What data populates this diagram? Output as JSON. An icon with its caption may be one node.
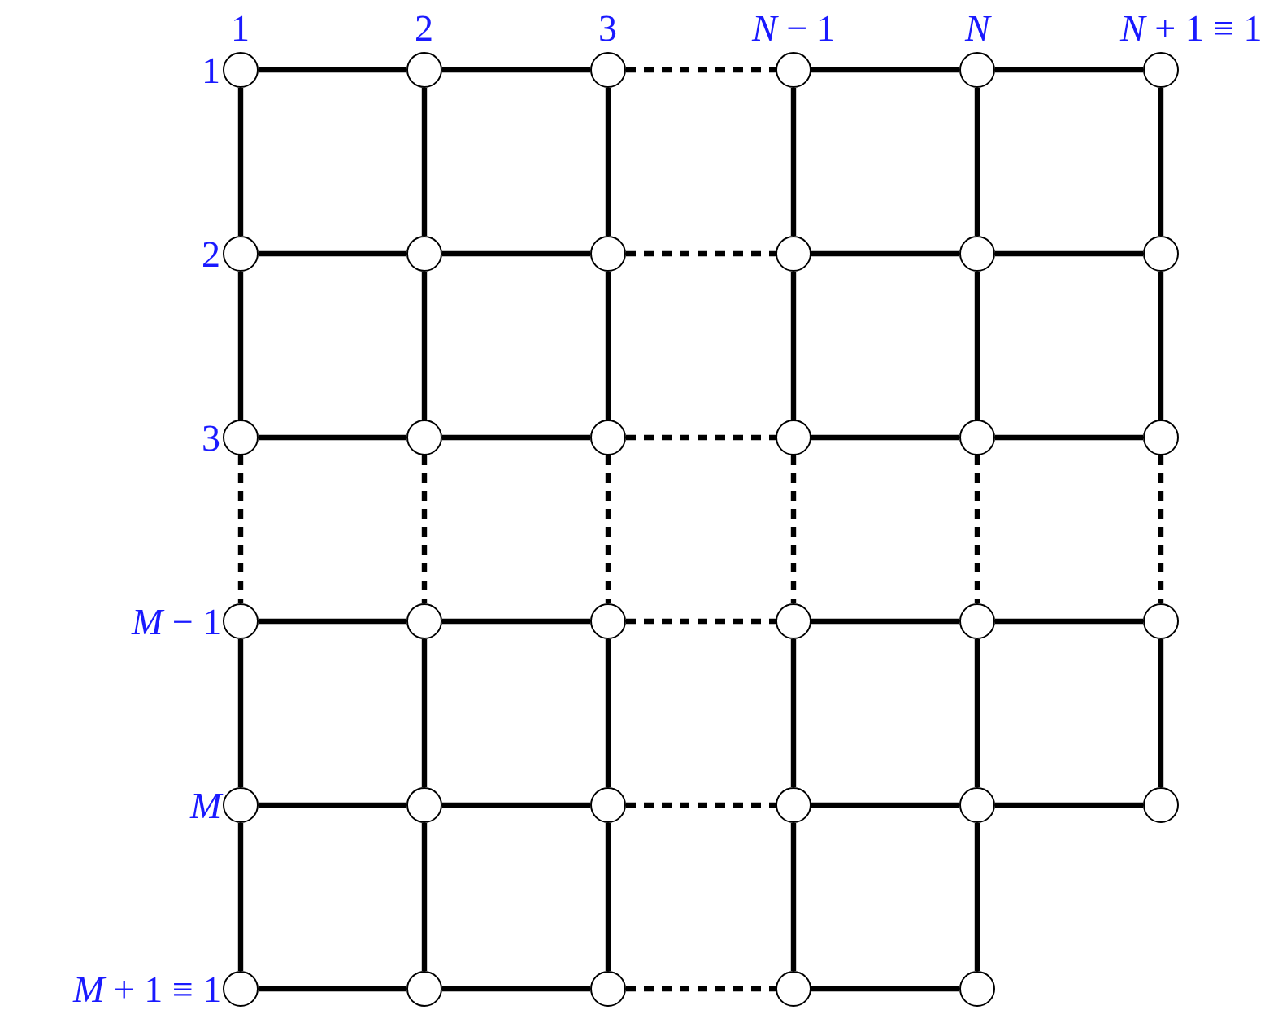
{
  "diagram": {
    "nodes": [
      {
        "text": [],
        "shape": "circle"
      },
      {
        "text": [],
        "shape": "circle"
      },
      {
        "text": [],
        "shape": "circle"
      },
      {
        "text": [],
        "shape": "circle"
      },
      {
        "text": [],
        "shape": "circle"
      },
      {
        "text": [],
        "shape": "circle"
      },
      {
        "text": [],
        "shape": "circle"
      },
      {
        "text": [],
        "shape": "circle"
      },
      {
        "text": [],
        "shape": "circle"
      },
      {
        "text": [],
        "shape": "circle"
      },
      {
        "text": [],
        "shape": "circle"
      },
      {
        "text": [],
        "shape": "circle"
      },
      {
        "text": [],
        "shape": "circle"
      },
      {
        "text": [],
        "shape": "circle"
      },
      {
        "text": [],
        "shape": "circle"
      },
      {
        "text": [],
        "shape": "circle"
      },
      {
        "text": [],
        "shape": "circle"
      },
      {
        "text": [],
        "shape": "circle"
      },
      {
        "text": [],
        "shape": "circle"
      },
      {
        "text": [],
        "shape": "circle"
      },
      {
        "text": [],
        "shape": "circle"
      },
      {
        "text": [],
        "shape": "circle"
      },
      {
        "text": [],
        "shape": "circle"
      },
      {
        "text": [],
        "shape": "circle"
      },
      {
        "text": [],
        "shape": "circle"
      },
      {
        "text": [],
        "shape": "circle"
      },
      {
        "text": [],
        "shape": "circle"
      },
      {
        "text": [],
        "shape": "circle"
      },
      {
        "text": [],
        "shape": "circle"
      },
      {
        "text": [],
        "shape": "circle"
      },
      {
        "text": [],
        "shape": "circle"
      },
      {
        "text": [],
        "shape": "circle"
      },
      {
        "text": [],
        "shape": "circle"
      },
      {
        "text": [],
        "shape": "circle"
      },
      {
        "text": [],
        "shape": "circle"
      }
    ],
    "edges": [
      {
        "from": 0,
        "to": 1,
        "arrow": "none"
      },
      {
        "from": 1,
        "to": 2,
        "arrow": "none"
      },
      {
        "from": 2,
        "to": 3,
        "arrow": "none",
        "style": "dashed"
      },
      {
        "from": 3,
        "to": 4,
        "arrow": "none"
      },
      {
        "from": 4,
        "to": 5,
        "arrow": "none"
      },
      {
        "from": 6,
        "to": 7,
        "arrow": "none"
      },
      {
        "from": 7,
        "to": 8,
        "arrow": "none"
      },
      {
        "from": 8,
        "to": 9,
        "arrow": "none",
        "style": "dashed"
      },
      {
        "from": 9,
        "to": 10,
        "arrow": "none"
      },
      {
        "from": 10,
        "to": 11,
        "arrow": "none"
      },
      {
        "from": 12,
        "to": 13,
        "arrow": "none"
      },
      {
        "from": 13,
        "to": 14,
        "arrow": "none"
      },
      {
        "from": 14,
        "to": 15,
        "arrow": "none",
        "style": "dashed"
      },
      {
        "from": 15,
        "to": 16,
        "arrow": "none"
      },
      {
        "from": 16,
        "to": 17,
        "arrow": "none"
      },
      {
        "from": 18,
        "to": 19,
        "arrow": "none"
      },
      {
        "from": 19,
        "to": 20,
        "arrow": "none"
      },
      {
        "from": 20,
        "to": 21,
        "arrow": "none",
        "style": "dashed"
      },
      {
        "from": 21,
        "to": 22,
        "arrow": "none"
      },
      {
        "from": 22,
        "to": 23,
        "arrow": "none"
      },
      {
        "from": 24,
        "to": 25,
        "arrow": "none"
      },
      {
        "from": 25,
        "to": 26,
        "arrow": "none"
      },
      {
        "from": 26,
        "to": 27,
        "arrow": "none",
        "style": "dashed"
      },
      {
        "from": 27,
        "to": 28,
        "arrow": "none"
      },
      {
        "from": 28,
        "to": 29,
        "arrow": "none"
      },
      {
        "from": 30,
        "to": 31,
        "arrow": "none"
      },
      {
        "from": 31,
        "to": 32,
        "arrow": "none"
      },
      {
        "from": 32,
        "to": 33,
        "arrow": "none",
        "style": "dashed"
      },
      {
        "from": 33,
        "to": 34,
        "arrow": "none"
      },
      {
        "from": 0,
        "to": 6,
        "arrow": "none"
      },
      {
        "from": 6,
        "to": 12,
        "arrow": "none"
      },
      {
        "from": 12,
        "to": 18,
        "arrow": "none",
        "style": "dashed"
      },
      {
        "from": 18,
        "to": 24,
        "arrow": "none"
      },
      {
        "from": 24,
        "to": 30,
        "arrow": "none"
      },
      {
        "from": 1,
        "to": 7,
        "arrow": "none"
      },
      {
        "from": 7,
        "to": 13,
        "arrow": "none"
      },
      {
        "from": 13,
        "to": 19,
        "arrow": "none",
        "style": "dashed"
      },
      {
        "from": 19,
        "to": 25,
        "arrow": "none"
      },
      {
        "from": 25,
        "to": 31,
        "arrow": "none"
      },
      {
        "from": 2,
        "to": 8,
        "arrow": "none"
      },
      {
        "from": 8,
        "to": 14,
        "arrow": "none"
      },
      {
        "from": 14,
        "to": 20,
        "arrow": "none",
        "style": "dashed"
      },
      {
        "from": 20,
        "to": 26,
        "arrow": "none"
      },
      {
        "from": 26,
        "to": 32,
        "arrow": "none"
      },
      {
        "from": 3,
        "to": 9,
        "arrow": "none"
      },
      {
        "from": 9,
        "to": 15,
        "arrow": "none"
      },
      {
        "from": 15,
        "to": 21,
        "arrow": "none",
        "style": "dashed"
      },
      {
        "from": 21,
        "to": 27,
        "arrow": "none"
      },
      {
        "from": 27,
        "to": 33,
        "arrow": "none"
      },
      {
        "from": 4,
        "to": 10,
        "arrow": "none"
      },
      {
        "from": 10,
        "to": 16,
        "arrow": "none"
      },
      {
        "from": 16,
        "to": 22,
        "arrow": "none",
        "style": "dashed"
      },
      {
        "from": 22,
        "to": 28,
        "arrow": "none"
      },
      {
        "from": 28,
        "to": 34,
        "arrow": "none"
      },
      {
        "from": 5,
        "to": 11,
        "arrow": "none"
      },
      {
        "from": 11,
        "to": 17,
        "arrow": "none"
      },
      {
        "from": 17,
        "to": 23,
        "arrow": "none",
        "style": "dashed"
      },
      {
        "from": 23,
        "to": 29,
        "arrow": "none"
      }
    ],
    "labels": [
      "1",
      "2",
      "3",
      "*N* − 1",
      "*N*",
      "*N* + 1 ≡ 1",
      "1",
      "2",
      "3",
      "*M* − 1",
      "*M*",
      "*M* + 1 ≡ 1"
    ]
  }
}
